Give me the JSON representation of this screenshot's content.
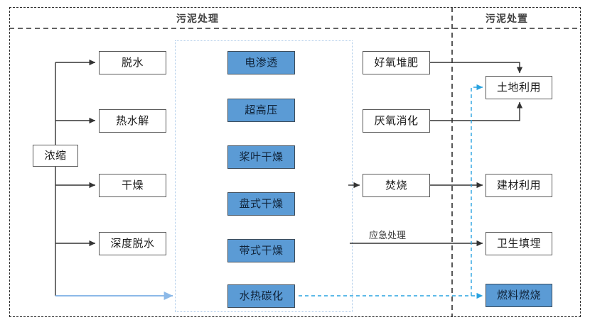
{
  "diagram": {
    "title_left": "污泥处理",
    "title_right": "污泥处置",
    "colors": {
      "blue_fill": "#5b9bd5",
      "blue_border": "#3d4d5c",
      "plain_border": "#5a5a5a",
      "frame_dash": "#2e2e2e",
      "inner_dotted": "#a9c8e8",
      "cyan_arrow": "#29a3e0",
      "light_blue_arrow": "#8cb9e8",
      "black_arrow": "#333333"
    },
    "zones": [
      {
        "name": "sludge-treatment",
        "label": "污泥处理"
      },
      {
        "name": "sludge-disposal",
        "label": "污泥处置"
      }
    ],
    "nodes": {
      "source": {
        "label": "浓缩",
        "style": "plain"
      },
      "treatment_primary": [
        {
          "label": "脱水",
          "style": "plain"
        },
        {
          "label": "热水解",
          "style": "plain"
        },
        {
          "label": "干燥",
          "style": "plain"
        },
        {
          "label": "深度脱水",
          "style": "plain"
        }
      ],
      "treatment_tech": [
        {
          "label": "电渗透",
          "style": "blue"
        },
        {
          "label": "超高压",
          "style": "blue"
        },
        {
          "label": "桨叶干燥",
          "style": "blue"
        },
        {
          "label": "盘式干燥",
          "style": "blue"
        },
        {
          "label": "带式干燥",
          "style": "blue"
        },
        {
          "label": "水热碳化",
          "style": "blue"
        }
      ],
      "mid_process": [
        {
          "label": "好氧堆肥",
          "style": "plain"
        },
        {
          "label": "厌氧消化",
          "style": "plain"
        },
        {
          "label": "焚烧",
          "style": "plain"
        }
      ],
      "disposal": [
        {
          "label": "土地利用",
          "style": "plain"
        },
        {
          "label": "建材利用",
          "style": "plain"
        },
        {
          "label": "卫生填埋",
          "style": "plain"
        },
        {
          "label": "燃料燃烧",
          "style": "blue"
        }
      ]
    },
    "edge_labels": [
      {
        "label": "应急处理"
      }
    ]
  }
}
